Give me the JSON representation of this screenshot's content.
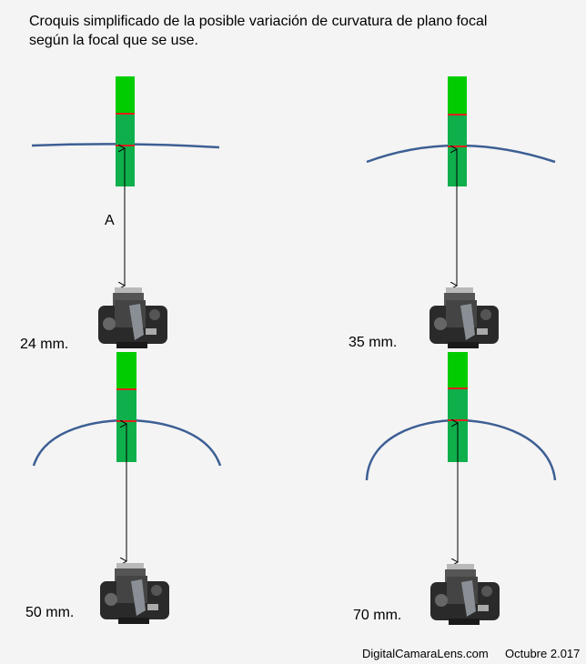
{
  "title": {
    "line1": "Croquis simplificado de la posible variación de curvatura de plano focal",
    "line2": "según la focal que se use."
  },
  "panels": [
    {
      "focal_label": "24 mm.",
      "distance_label": "A"
    },
    {
      "focal_label": "35 mm."
    },
    {
      "focal_label": "50 mm."
    },
    {
      "focal_label": "70 mm."
    }
  ],
  "footer": {
    "site": "DigitalCamaraLens.com",
    "date": "Octubre 2.017"
  },
  "colors": {
    "bar_top": "#00cc00",
    "bar_bottom": "#0fb04c",
    "focus_line": "#e0201c",
    "curve": "#3d5f94"
  }
}
